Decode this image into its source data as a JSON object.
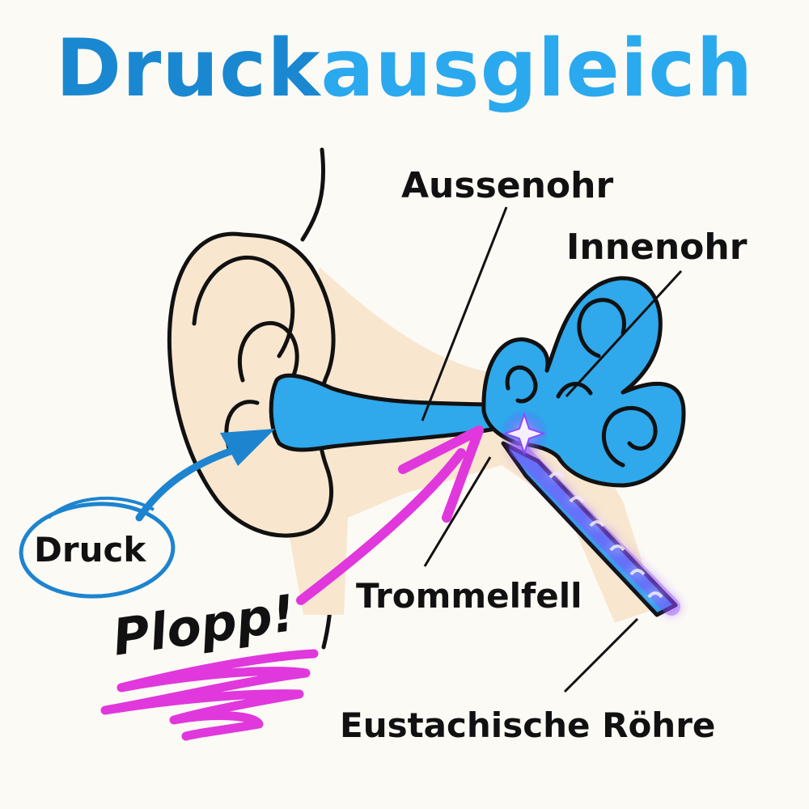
{
  "title": {
    "part1": "Druck",
    "part2": "ausgleich"
  },
  "labels": {
    "outer_ear": "Aussenohr",
    "inner_ear": "Innenohr",
    "eardrum": "Trommelfell",
    "eustachian_tube": "Eustachische Röhre",
    "pressure": "Druck",
    "pop": "Plopp!"
  },
  "colors": {
    "title_dark": "#1a88d0",
    "title_light": "#2ba9ee",
    "skin": "#f8e6cf",
    "canal_blue": "#2fa8ec",
    "arrow_blue": "#1d84cf",
    "arrow_magenta": "#e038dc",
    "glow_violet": "#8a4cff",
    "outline": "#111111"
  },
  "icons": [
    "ear-illustration",
    "pressure-arrow-icon",
    "pop-arrow-icon",
    "sparkle-icon",
    "scribble-decoration"
  ]
}
